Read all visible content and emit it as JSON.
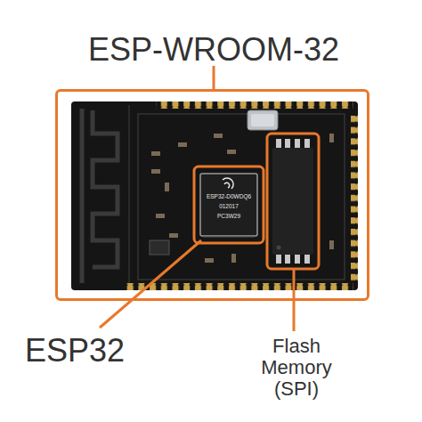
{
  "diagram": {
    "nodes": [
      {
        "text": [
          "ESP-WROOM-32"
        ]
      }
    ],
    "labels": [
      "ESP32-D0WDQ6",
      "012017",
      "PC3W29",
      "ESP32",
      "Flash Memory (SPI)"
    ]
  }
}
